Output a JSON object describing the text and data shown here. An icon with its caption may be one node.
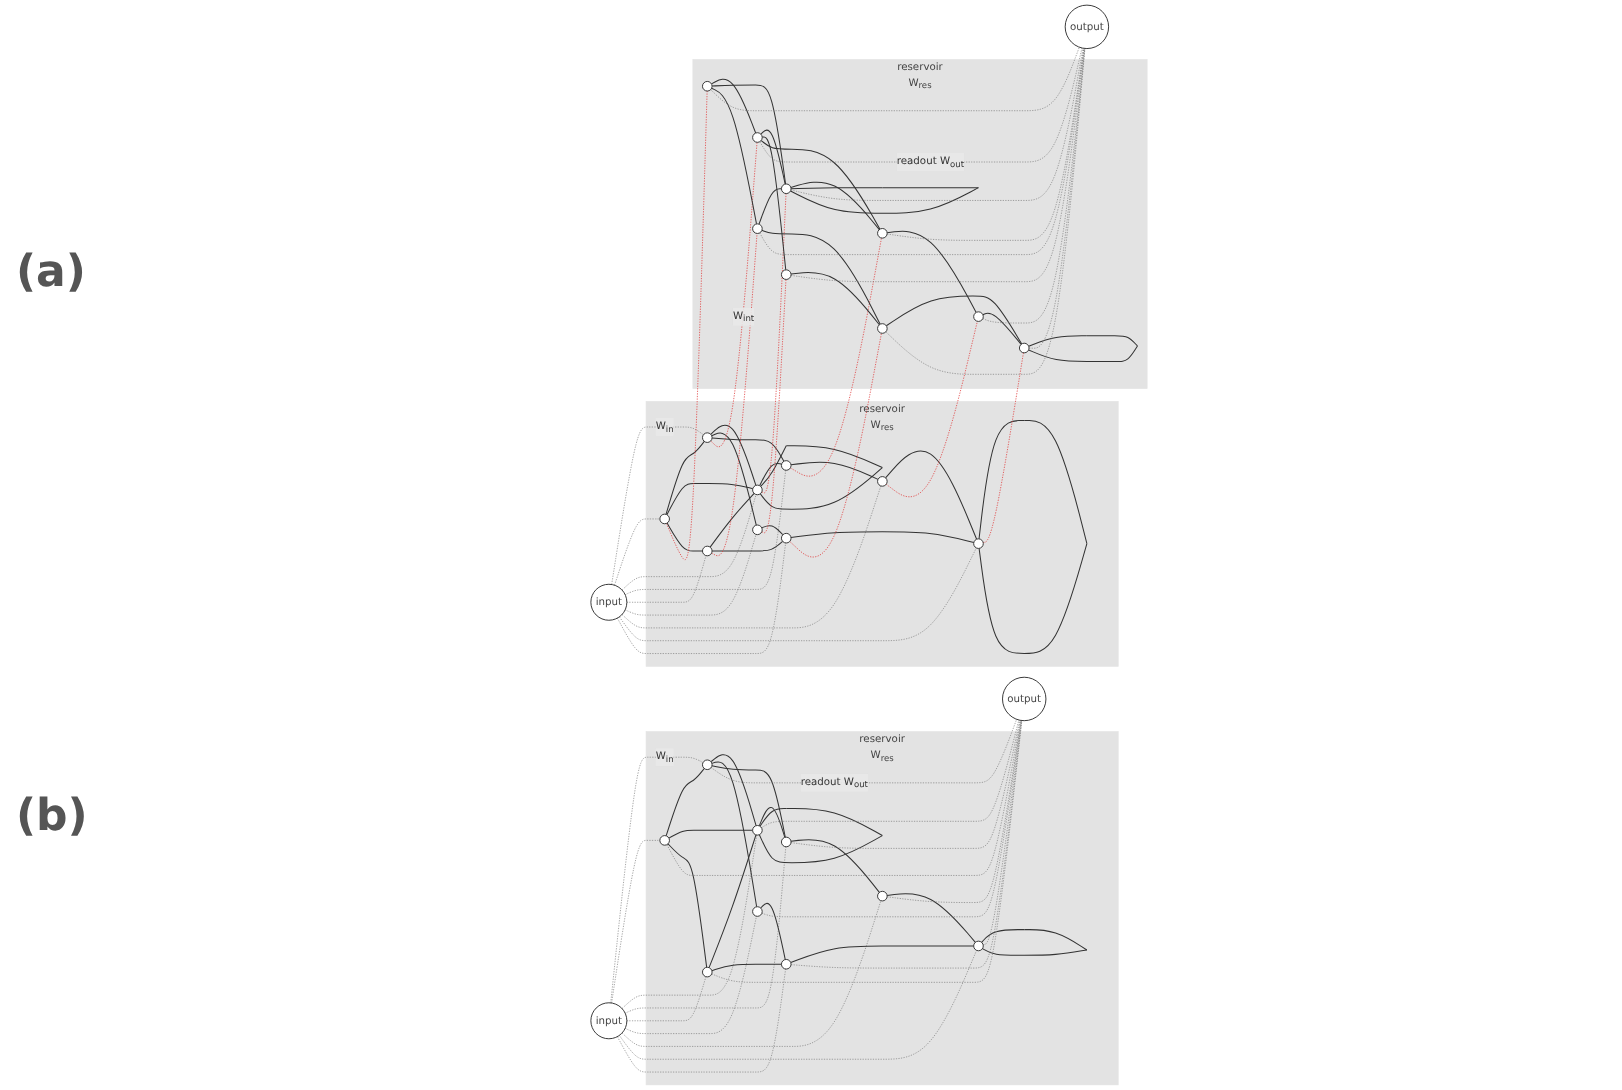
{
  "diagram": {
    "nodes": [
      {
        "text": [
          "input"
        ]
      },
      {
        "text": [
          "reservoir",
          "W$_{res}$"
        ]
      },
      {
        "text": [],
        "shape": "circle",
        "in": 1
      },
      {
        "text": [],
        "shape": "circle",
        "in": 1
      },
      {
        "text": [],
        "shape": "circle",
        "in": 1
      },
      {
        "text": [],
        "shape": "circle",
        "in": 1
      },
      {
        "text": [],
        "shape": "circle",
        "in": 1
      },
      {
        "text": [],
        "shape": "circle",
        "in": 1
      },
      {
        "text": [],
        "shape": "circle",
        "in": 1
      },
      {
        "text": [],
        "shape": "circle",
        "in": 1
      },
      {
        "text": [],
        "shape": "circle",
        "in": 1
      },
      {
        "text": [
          "output"
        ]
      },
      {
        "text": [
          "input"
        ]
      },
      {
        "text": [
          "reservoir",
          "W$_{res}$"
        ]
      },
      {
        "text": [],
        "shape": "circle",
        "in": 13
      },
      {
        "text": [],
        "shape": "circle",
        "in": 13
      },
      {
        "text": [],
        "shape": "circle",
        "in": 13
      },
      {
        "text": [],
        "shape": "circle",
        "in": 13
      },
      {
        "text": [],
        "shape": "circle",
        "in": 13
      },
      {
        "text": [],
        "shape": "circle",
        "in": 13
      },
      {
        "text": [],
        "shape": "circle",
        "in": 13
      },
      {
        "text": [],
        "shape": "circle",
        "in": 13
      },
      {
        "text": [],
        "shape": "circle",
        "in": 13
      },
      {
        "text": [
          "reservoir",
          "W$_{res}$"
        ]
      },
      {
        "text": [],
        "shape": "circle",
        "in": 23
      },
      {
        "text": [],
        "shape": "circle",
        "in": 23
      },
      {
        "text": [],
        "shape": "circle",
        "in": 23
      },
      {
        "text": [],
        "shape": "circle",
        "in": 23
      },
      {
        "text": [],
        "shape": "circle",
        "in": 23
      },
      {
        "text": [],
        "shape": "circle",
        "in": 23
      },
      {
        "text": [],
        "shape": "circle",
        "in": 23
      },
      {
        "text": [],
        "shape": "circle",
        "in": 23
      },
      {
        "text": [],
        "shape": "circle",
        "in": 23
      },
      {
        "text": [
          "output"
        ]
      }
    ],
    "edges": [
      {
        "from": 0,
        "to": 2,
        "arrow": "none",
        "style": "dashed",
        "label": "W$_{in}$"
      },
      {
        "from": 0,
        "to": 3,
        "arrow": "none",
        "style": "dashed"
      },
      {
        "from": 0,
        "to": 4,
        "arrow": "none",
        "style": "dashed"
      },
      {
        "from": 0,
        "to": 5,
        "arrow": "none",
        "style": "dashed"
      },
      {
        "from": 0,
        "to": 6,
        "arrow": "none",
        "style": "dashed"
      },
      {
        "from": 0,
        "to": 7,
        "arrow": "none",
        "style": "dashed"
      },
      {
        "from": 0,
        "to": 8,
        "arrow": "none",
        "style": "dashed"
      },
      {
        "from": 0,
        "to": 9,
        "arrow": "none",
        "style": "dashed"
      },
      {
        "from": 0,
        "to": 10,
        "arrow": "none",
        "style": "dashed"
      },
      {
        "from": 3,
        "to": 2,
        "arrow": "none"
      },
      {
        "from": 2,
        "to": 4,
        "arrow": "none"
      },
      {
        "from": 2,
        "to": 7,
        "arrow": "none"
      },
      {
        "from": 2,
        "to": 5,
        "arrow": "none"
      },
      {
        "from": 3,
        "to": 4,
        "arrow": "none"
      },
      {
        "from": 3,
        "to": 6,
        "arrow": "none"
      },
      {
        "from": 6,
        "to": 4,
        "arrow": "none"
      },
      {
        "from": 4,
        "to": 5,
        "arrow": "none"
      },
      {
        "from": 6,
        "to": 10,
        "arrow": "none"
      },
      {
        "from": 7,
        "to": 10,
        "arrow": "none"
      },
      {
        "from": 5,
        "to": 8,
        "arrow": "none"
      },
      {
        "from": 8,
        "to": 9,
        "arrow": "none"
      },
      {
        "from": 10,
        "to": 9,
        "arrow": "none"
      },
      {
        "from": 4,
        "to": 4,
        "arrow": "none"
      },
      {
        "from": 9,
        "to": 9,
        "arrow": "none"
      },
      {
        "from": 2,
        "to": 11,
        "arrow": "none",
        "style": "dashed",
        "label": "readout W$_{out}$"
      },
      {
        "from": 3,
        "to": 11,
        "arrow": "none",
        "style": "dashed"
      },
      {
        "from": 4,
        "to": 11,
        "arrow": "none",
        "style": "dashed"
      },
      {
        "from": 5,
        "to": 11,
        "arrow": "none",
        "style": "dashed"
      },
      {
        "from": 6,
        "to": 11,
        "arrow": "none",
        "style": "dashed"
      },
      {
        "from": 7,
        "to": 11,
        "arrow": "none",
        "style": "dashed"
      },
      {
        "from": 8,
        "to": 11,
        "arrow": "none",
        "style": "dashed"
      },
      {
        "from": 9,
        "to": 11,
        "arrow": "none",
        "style": "dashed"
      },
      {
        "from": 10,
        "to": 11,
        "arrow": "none",
        "style": "dashed"
      },
      {
        "from": 12,
        "to": 14,
        "arrow": "none",
        "style": "dashed",
        "label": "W$_{in}$"
      },
      {
        "from": 12,
        "to": 15,
        "arrow": "none",
        "style": "dashed"
      },
      {
        "from": 12,
        "to": 16,
        "arrow": "none",
        "style": "dashed"
      },
      {
        "from": 12,
        "to": 17,
        "arrow": "none",
        "style": "dashed"
      },
      {
        "from": 12,
        "to": 18,
        "arrow": "none",
        "style": "dashed"
      },
      {
        "from": 12,
        "to": 19,
        "arrow": "none",
        "style": "dashed"
      },
      {
        "from": 12,
        "to": 20,
        "arrow": "none",
        "style": "dashed"
      },
      {
        "from": 12,
        "to": 21,
        "arrow": "none",
        "style": "dashed"
      },
      {
        "from": 12,
        "to": 22,
        "arrow": "none",
        "style": "dashed"
      },
      {
        "from": 15,
        "to": 14,
        "arrow": "none"
      },
      {
        "from": 14,
        "to": 16,
        "arrow": "none"
      },
      {
        "from": 14,
        "to": 19,
        "arrow": "none"
      },
      {
        "from": 14,
        "to": 17,
        "arrow": "none"
      },
      {
        "from": 15,
        "to": 16,
        "arrow": "none"
      },
      {
        "from": 15,
        "to": 18,
        "arrow": "none"
      },
      {
        "from": 18,
        "to": 16,
        "arrow": "none"
      },
      {
        "from": 16,
        "to": 17,
        "arrow": "none"
      },
      {
        "from": 18,
        "to": 22,
        "arrow": "none"
      },
      {
        "from": 19,
        "to": 22,
        "arrow": "none"
      },
      {
        "from": 17,
        "to": 20,
        "arrow": "none"
      },
      {
        "from": 20,
        "to": 21,
        "arrow": "none"
      },
      {
        "from": 22,
        "to": 21,
        "arrow": "none"
      },
      {
        "from": 16,
        "to": 16,
        "arrow": "none"
      },
      {
        "from": 21,
        "to": 21,
        "arrow": "none"
      },
      {
        "from": 14,
        "to": 24,
        "arrow": "none",
        "style": "dashed",
        "color": "#e03c3c",
        "label": "W$_{int}$"
      },
      {
        "from": 15,
        "to": 25,
        "arrow": "none",
        "style": "dashed",
        "color": "#e03c3c"
      },
      {
        "from": 16,
        "to": 26,
        "arrow": "none",
        "style": "dashed",
        "color": "#e03c3c"
      },
      {
        "from": 17,
        "to": 27,
        "arrow": "none",
        "style": "dashed",
        "color": "#e03c3c"
      },
      {
        "from": 18,
        "to": 28,
        "arrow": "none",
        "style": "dashed",
        "color": "#e03c3c"
      },
      {
        "from": 19,
        "to": 29,
        "arrow": "none",
        "style": "dashed",
        "color": "#e03c3c"
      },
      {
        "from": 20,
        "to": 30,
        "arrow": "none",
        "style": "dashed",
        "color": "#e03c3c"
      },
      {
        "from": 21,
        "to": 31,
        "arrow": "none",
        "style": "dashed",
        "color": "#e03c3c"
      },
      {
        "from": 22,
        "to": 32,
        "arrow": "none",
        "style": "dashed",
        "color": "#e03c3c"
      },
      {
        "from": 25,
        "to": 24,
        "arrow": "none"
      },
      {
        "from": 24,
        "to": 26,
        "arrow": "none"
      },
      {
        "from": 24,
        "to": 29,
        "arrow": "none"
      },
      {
        "from": 24,
        "to": 27,
        "arrow": "none"
      },
      {
        "from": 25,
        "to": 26,
        "arrow": "none"
      },
      {
        "from": 25,
        "to": 28,
        "arrow": "none"
      },
      {
        "from": 28,
        "to": 26,
        "arrow": "none"
      },
      {
        "from": 26,
        "to": 27,
        "arrow": "none"
      },
      {
        "from": 28,
        "to": 32,
        "arrow": "none"
      },
      {
        "from": 29,
        "to": 32,
        "arrow": "none"
      },
      {
        "from": 27,
        "to": 30,
        "arrow": "none"
      },
      {
        "from": 30,
        "to": 31,
        "arrow": "none"
      },
      {
        "from": 32,
        "to": 31,
        "arrow": "none"
      },
      {
        "from": 26,
        "to": 26,
        "arrow": "none"
      },
      {
        "from": 31,
        "to": 31,
        "arrow": "none"
      },
      {
        "from": 24,
        "to": 33,
        "arrow": "none",
        "style": "dashed",
        "label": "readout W$_{out}$"
      },
      {
        "from": 25,
        "to": 33,
        "arrow": "none",
        "style": "dashed"
      },
      {
        "from": 26,
        "to": 33,
        "arrow": "none",
        "style": "dashed"
      },
      {
        "from": 27,
        "to": 33,
        "arrow": "none",
        "style": "dashed"
      },
      {
        "from": 28,
        "to": 33,
        "arrow": "none",
        "style": "dashed"
      },
      {
        "from": 29,
        "to": 33,
        "arrow": "none",
        "style": "dashed"
      },
      {
        "from": 30,
        "to": 33,
        "arrow": "none",
        "style": "dashed"
      },
      {
        "from": 31,
        "to": 33,
        "arrow": "none",
        "style": "dashed"
      },
      {
        "from": 32,
        "to": 33,
        "arrow": "none",
        "style": "dashed"
      }
    ],
    "labels": [
      "(a)",
      "(b)"
    ]
  }
}
